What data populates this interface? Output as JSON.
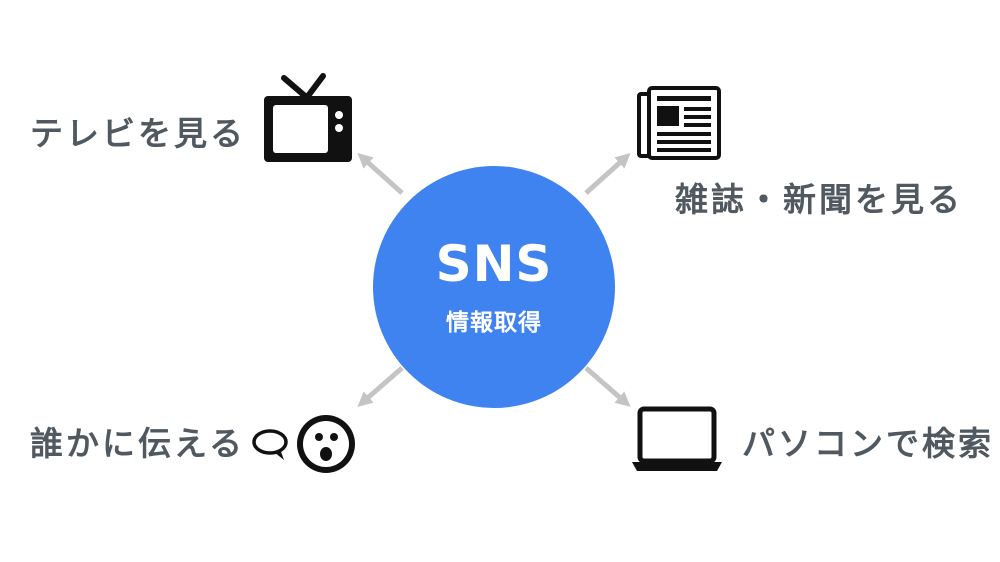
{
  "center": {
    "title": "SNS",
    "subtitle": "情報取得"
  },
  "branches": [
    {
      "id": "tv",
      "label": "テレビを見る",
      "icon": "tv-icon"
    },
    {
      "id": "magazine",
      "label": "雑誌・新聞を見る",
      "icon": "newspaper-icon"
    },
    {
      "id": "tell",
      "label": "誰かに伝える",
      "icon": "speech-bubble-icon"
    },
    {
      "id": "pc",
      "label": "パソコンで検索",
      "icon": "laptop-icon"
    }
  ],
  "colors": {
    "hub": "#3f83f1",
    "arrow": "#c4c4c4",
    "label": "#505860",
    "icon": "#111111"
  }
}
